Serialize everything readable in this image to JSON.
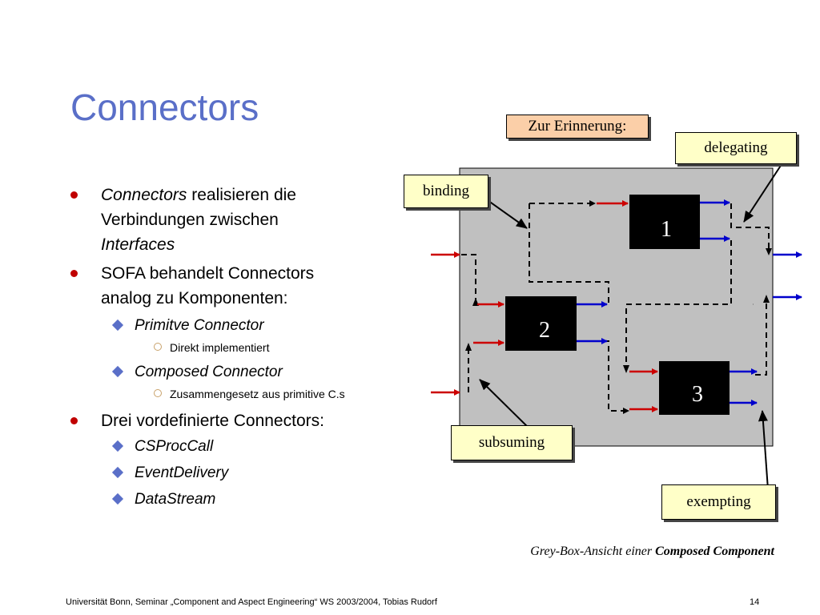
{
  "slide": {
    "title": "Connectors",
    "bullets": {
      "b1_em": "Connectors",
      "b1_rest": " realisieren die",
      "b1_line2": "Verbindungen zwischen",
      "b1_line3": "Interfaces",
      "b2_line1": "SOFA behandelt Connectors",
      "b2_line2": "analog zu Komponenten:",
      "b2_sub1": "Primitve Connector",
      "b2_sub1_detail": "Direkt implementiert",
      "b2_sub2": "Composed Connector",
      "b2_sub2_detail": "Zusammengesetz aus primitive C.s",
      "b3": "Drei vordefinierte Connectors:",
      "b3_items": [
        "CSProcCall",
        "EventDelivery",
        "DataStream"
      ]
    },
    "diagram": {
      "reminder_label": "Zur Erinnerung:",
      "labels": {
        "delegating": "delegating",
        "binding": "binding",
        "subsuming": "subsuming",
        "exempting": "exempting"
      },
      "components": [
        "1",
        "2",
        "3"
      ],
      "colors": {
        "box_fill": "#c0c0c0",
        "component_fill": "#000000",
        "provided_arrow": "#0000cc",
        "required_arrow": "#cc0000",
        "label_fill": "#ffffc8",
        "reminder_fill": "#fbcfa8"
      }
    },
    "caption_prefix": "Grey-Box-Ansicht einer ",
    "caption_bold": "Composed Component",
    "footer": "Universität Bonn, Seminar „Component and Aspect Engineering“ WS 2003/2004, Tobias Rudorf",
    "page_number": "14",
    "accent_color": "#5a6fc8",
    "bullet_color": "#c00000"
  }
}
